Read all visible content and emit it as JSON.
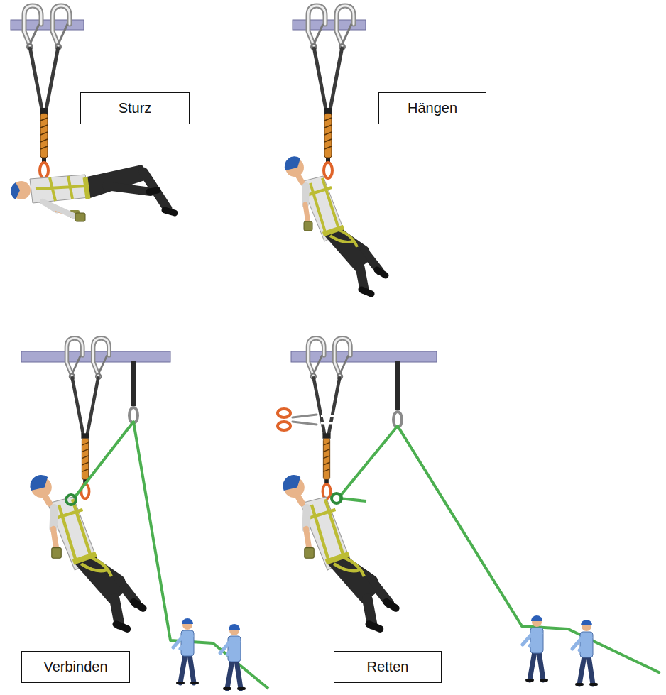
{
  "diagram": {
    "nodes": [
      {
        "text": [
          "Sturz"
        ]
      },
      {
        "text": [
          "Hängen"
        ]
      },
      {
        "text": [
          "Verbinden"
        ]
      },
      {
        "text": [
          "Retten"
        ]
      }
    ]
  }
}
